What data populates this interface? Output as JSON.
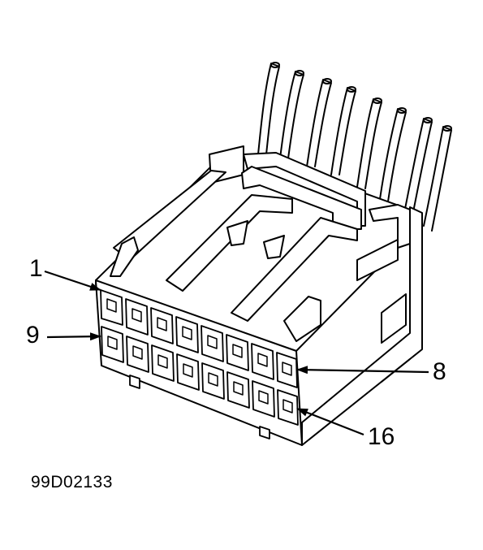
{
  "figure_id": "99D02133",
  "pin_labels": {
    "pin_1": "1",
    "pin_9": "9",
    "pin_8": "8",
    "pin_16": "16"
  },
  "colors": {
    "stroke": "#000000",
    "fill": "#ffffff"
  },
  "wire_count": 8,
  "terminal_rows": 2,
  "terminals_per_row": 8
}
